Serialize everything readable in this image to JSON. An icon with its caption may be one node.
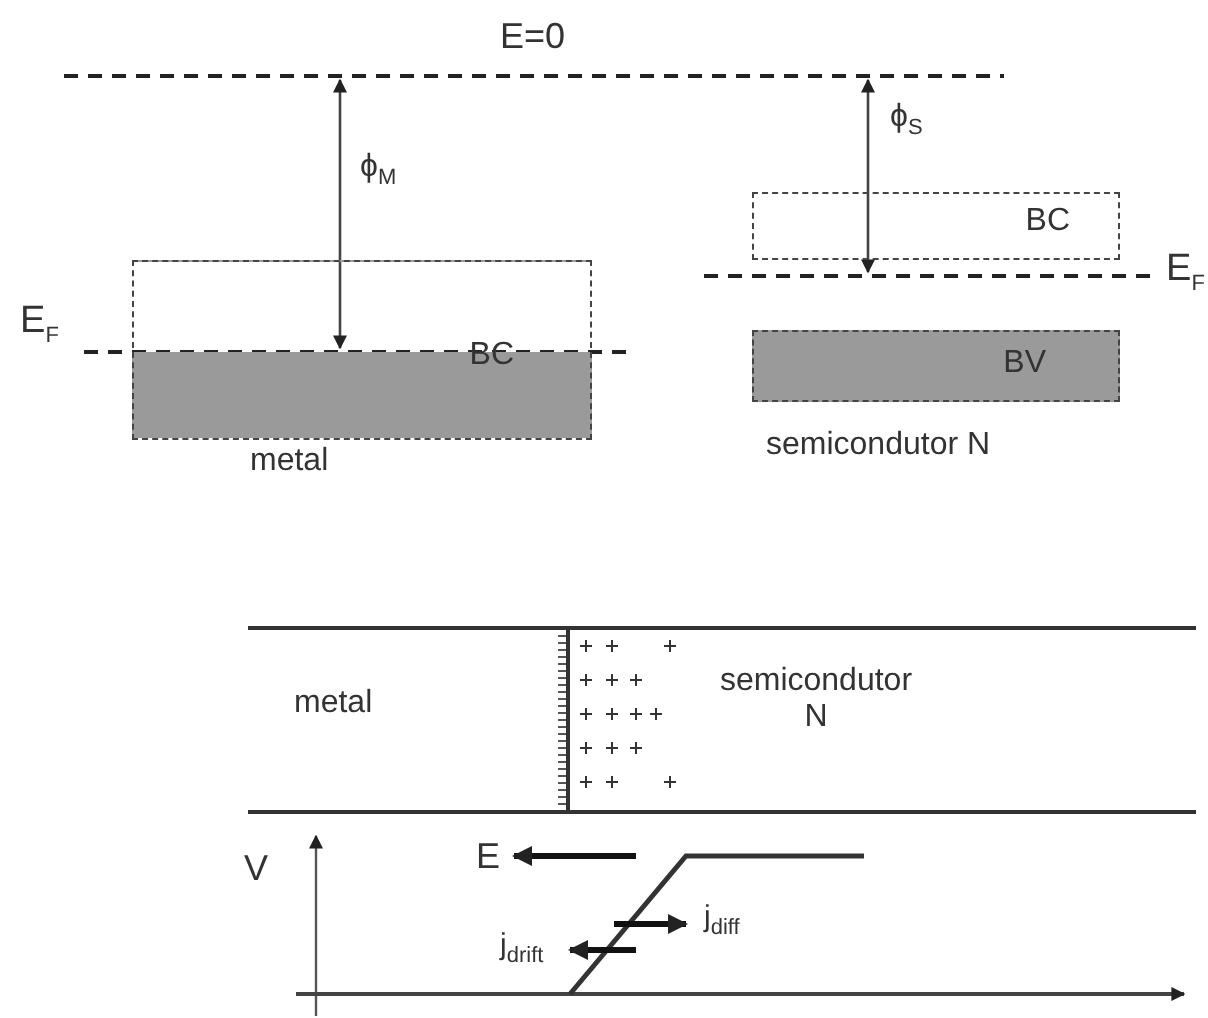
{
  "diagram": {
    "nodes": [
      {
        "text": [
          "BC"
        ],
        "beside": [
          "metal"
        ]
      },
      {
        "text": [
          "BC"
        ]
      },
      {
        "text": [
          "BV"
        ],
        "beside": [
          "semicondutor N"
        ]
      }
    ],
    "labels": [
      "E=0",
      "ϕ$_{M}$",
      "ϕ$_{S}$",
      "E$_{F}$",
      "E$_{F}$",
      "metal",
      "semicondutor N",
      "V",
      "E",
      "j$_{diff}$",
      "j$_{drift}$"
    ]
  }
}
